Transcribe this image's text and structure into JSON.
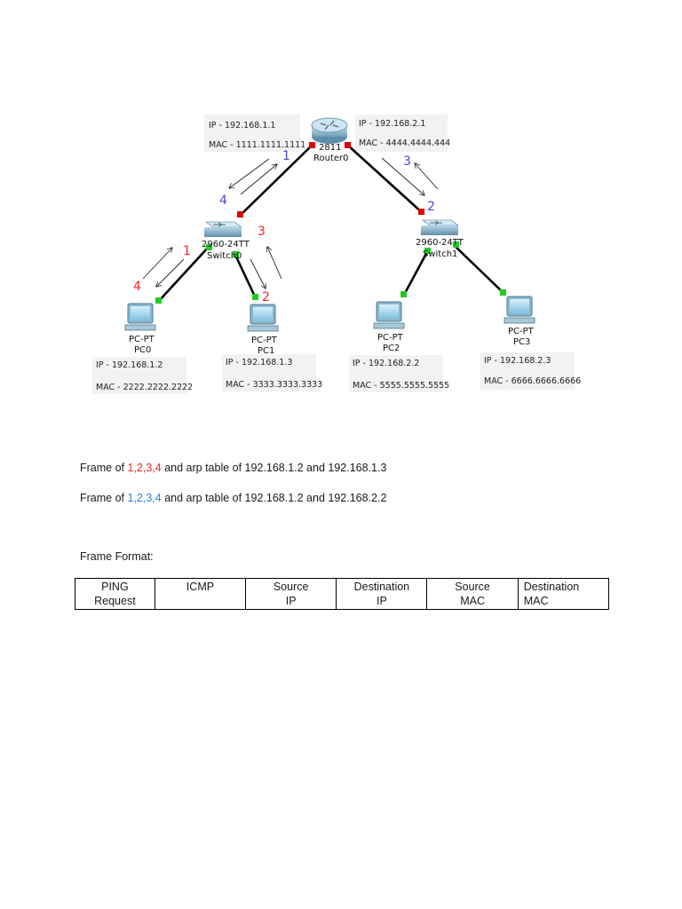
{
  "router": {
    "model": "2811",
    "name": "Router0",
    "left_ip": "IP - 192.168.1.1",
    "left_mac": "MAC - 1111.1111.1111",
    "right_ip": "IP - 192.168.2.1",
    "right_mac": "MAC - 4444.4444.444"
  },
  "switches": [
    {
      "model": "2960-24TT",
      "name": "Switch0"
    },
    {
      "model": "2960-24TT",
      "name": "Switch1"
    }
  ],
  "pcs": [
    {
      "type": "PC-PT",
      "name": "PC0",
      "ip": "IP - 192.168.1.2",
      "mac": "MAC - 2222.2222.2222"
    },
    {
      "type": "PC-PT",
      "name": "PC1",
      "ip": "IP - 192.168.1.3",
      "mac": "MAC - 3333.3333.3333"
    },
    {
      "type": "PC-PT",
      "name": "PC2",
      "ip": "IP - 192.168.2.2",
      "mac": "MAC - 5555.5555.5555"
    },
    {
      "type": "PC-PT",
      "name": "PC3",
      "ip": "IP - 192.168.2.3",
      "mac": "MAC - 6666.6666.6666"
    }
  ],
  "red_steps": [
    "1",
    "2",
    "3",
    "4"
  ],
  "blue_steps": [
    "1",
    "2",
    "3",
    "4"
  ],
  "colors": {
    "red": "#e8282b",
    "blue_diagram": "#4a4ad0",
    "blue_text": "#2a7fd0",
    "port_red": "#e00000",
    "port_green": "#22cc22"
  },
  "text": {
    "line1_prefix": "Frame of ",
    "line1_steps": "1,2,3,4",
    "line1_suffix": " and arp table of 192.168.1.2 and 192.168.1.3",
    "line2_prefix": "Frame of ",
    "line2_steps": "1,2,3,4",
    "line2_suffix": " and arp table of 192.168.1.2 and 192.168.2.2",
    "frame_format": "Frame Format:"
  },
  "table": {
    "cells": [
      [
        "PING",
        "Request"
      ],
      [
        "ICMP",
        ""
      ],
      [
        "Source",
        "IP"
      ],
      [
        "Destination",
        "IP"
      ],
      [
        "Source",
        "MAC"
      ],
      [
        "Destination",
        "MAC"
      ]
    ]
  }
}
